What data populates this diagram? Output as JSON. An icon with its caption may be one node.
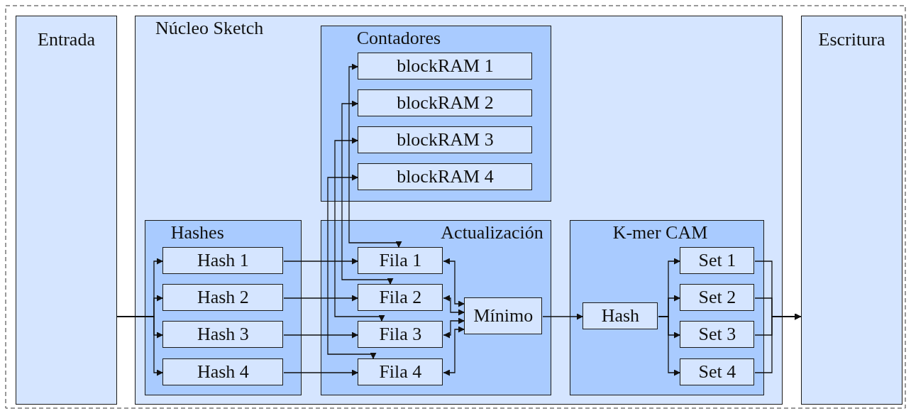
{
  "diagram": {
    "nodes": [
      {
        "text": [
          "Entrada"
        ]
      },
      {
        "text": [
          "Núcleo Sketch"
        ]
      },
      {
        "text": [
          "Contadores"
        ],
        "in": 1
      },
      {
        "text": [
          "blockRAM 1"
        ],
        "in": 2
      },
      {
        "text": [
          "blockRAM 2"
        ],
        "in": 2
      },
      {
        "text": [
          "blockRAM 3"
        ],
        "in": 2
      },
      {
        "text": [
          "blockRAM 4"
        ],
        "in": 2
      },
      {
        "text": [
          "Hashes"
        ],
        "in": 1
      },
      {
        "text": [
          "Hash 1"
        ],
        "in": 7
      },
      {
        "text": [
          "Hash 2"
        ],
        "in": 7
      },
      {
        "text": [
          "Hash 3"
        ],
        "in": 7
      },
      {
        "text": [
          "Hash 4"
        ],
        "in": 7
      },
      {
        "text": [
          "Actualización"
        ],
        "in": 1
      },
      {
        "text": [
          "Fila 1"
        ],
        "in": 12
      },
      {
        "text": [
          "Fila 2"
        ],
        "in": 12
      },
      {
        "text": [
          "Fila 3"
        ],
        "in": 12
      },
      {
        "text": [
          "Fila 4"
        ],
        "in": 12
      },
      {
        "text": [
          "Mínimo"
        ],
        "in": 12
      },
      {
        "text": [
          "K-mer CAM"
        ],
        "in": 1
      },
      {
        "text": [
          "Hash"
        ],
        "in": 18
      },
      {
        "text": [
          "Set 1"
        ],
        "in": 18
      },
      {
        "text": [
          "Set 2"
        ],
        "in": 18
      },
      {
        "text": [
          "Set 3"
        ],
        "in": 18
      },
      {
        "text": [
          "Set 4"
        ],
        "in": 18
      },
      {
        "text": [
          "Escritura"
        ]
      }
    ],
    "edges": [
      {
        "from": 0,
        "to": 8,
        "arrow": "to"
      },
      {
        "from": 0,
        "to": 9,
        "arrow": "to"
      },
      {
        "from": 0,
        "to": 10,
        "arrow": "to"
      },
      {
        "from": 0,
        "to": 11,
        "arrow": "to"
      },
      {
        "from": 8,
        "to": 13,
        "arrow": "to"
      },
      {
        "from": 9,
        "to": 14,
        "arrow": "to"
      },
      {
        "from": 10,
        "to": 15,
        "arrow": "to"
      },
      {
        "from": 11,
        "to": 16,
        "arrow": "to"
      },
      {
        "from": 13,
        "to": 3,
        "arrow": "both"
      },
      {
        "from": 14,
        "to": 4,
        "arrow": "both"
      },
      {
        "from": 15,
        "to": 5,
        "arrow": "both"
      },
      {
        "from": 16,
        "to": 6,
        "arrow": "both"
      },
      {
        "from": 13,
        "to": 17,
        "arrow": "both"
      },
      {
        "from": 14,
        "to": 17,
        "arrow": "both"
      },
      {
        "from": 15,
        "to": 17,
        "arrow": "both"
      },
      {
        "from": 16,
        "to": 17,
        "arrow": "both"
      },
      {
        "from": 17,
        "to": 19,
        "arrow": "to"
      },
      {
        "from": 19,
        "to": 20,
        "arrow": "to"
      },
      {
        "from": 19,
        "to": 21,
        "arrow": "to"
      },
      {
        "from": 19,
        "to": 22,
        "arrow": "to"
      },
      {
        "from": 19,
        "to": 23,
        "arrow": "to"
      },
      {
        "from": 20,
        "to": 24,
        "arrow": "to"
      },
      {
        "from": 21,
        "to": 24,
        "arrow": "to"
      },
      {
        "from": 22,
        "to": 24,
        "arrow": "to"
      },
      {
        "from": 23,
        "to": 24,
        "arrow": "to"
      }
    ]
  }
}
